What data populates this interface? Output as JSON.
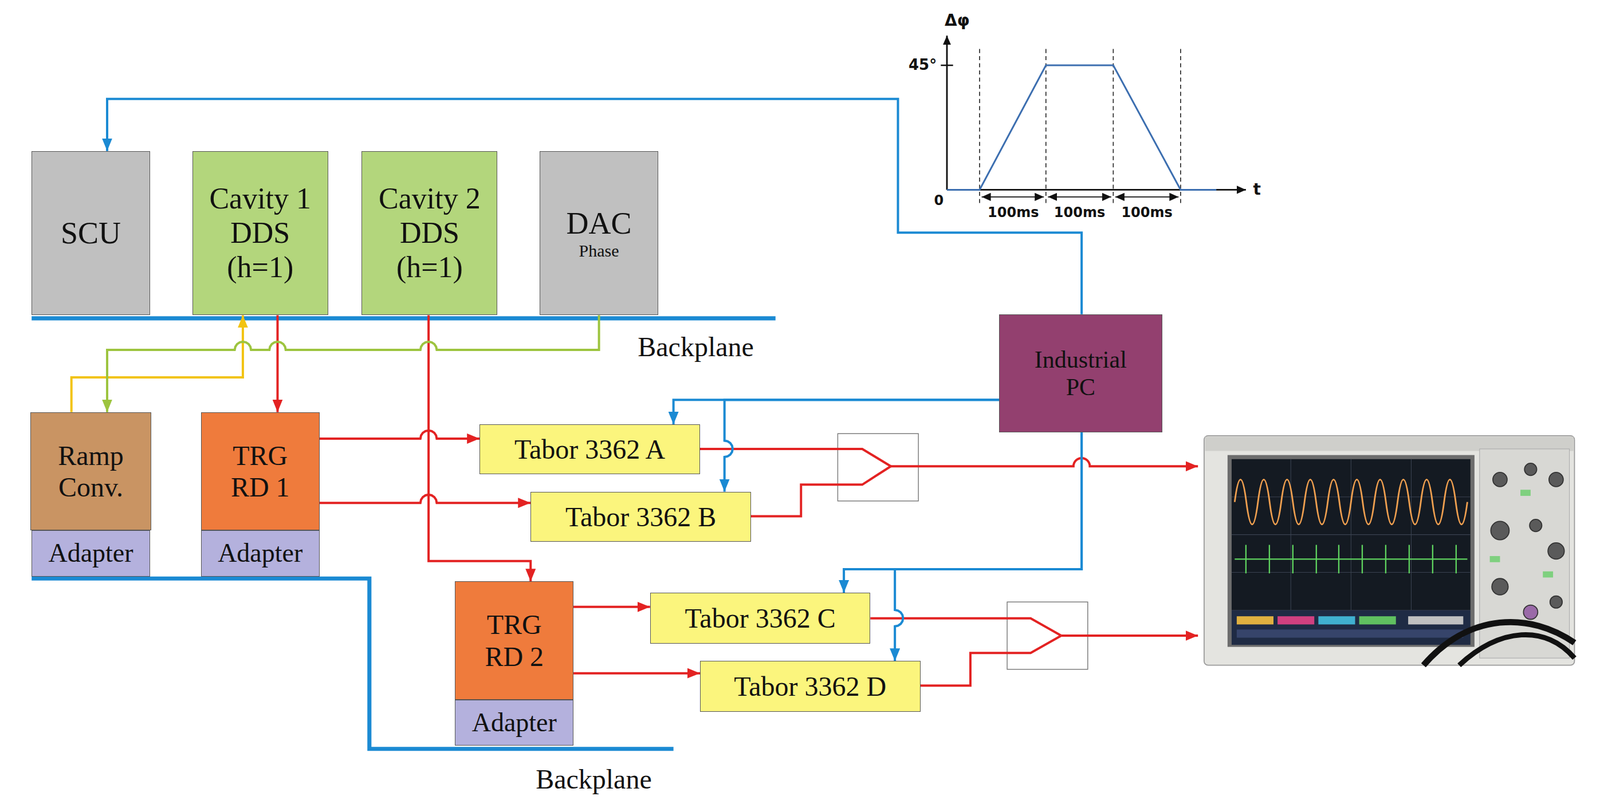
{
  "diagram": {
    "nodes": [
      {
        "text": [
          "SCU"
        ]
      },
      {
        "text": [
          "Cavity 1 DDS (h=1)"
        ]
      },
      {
        "text": [
          "Cavity 2 DDS (h=1)"
        ]
      },
      {
        "text": [
          "DAC",
          "Phase"
        ]
      },
      {
        "text": [
          "Industrial PC"
        ]
      },
      {
        "text": [
          "Ramp Conv."
        ]
      },
      {
        "text": [
          "Adapter"
        ]
      },
      {
        "text": [
          "TRG RD 1"
        ]
      },
      {
        "text": [
          "Adapter"
        ]
      },
      {
        "text": [
          "Tabor 3362 A"
        ]
      },
      {
        "text": [
          "Tabor 3362 B"
        ]
      },
      {
        "text": [
          "TRG RD 2"
        ]
      },
      {
        "text": [
          "Adapter"
        ]
      },
      {
        "text": [
          "Tabor 3362 C"
        ]
      },
      {
        "text": [
          "Tabor 3362 D"
        ]
      }
    ],
    "edges": [
      {
        "from": 4,
        "to": 0,
        "arrow": "to"
      },
      {
        "from": 4,
        "to": 9,
        "arrow": "to"
      },
      {
        "from": 4,
        "to": 10,
        "arrow": "to"
      },
      {
        "from": 4,
        "to": 13,
        "arrow": "to"
      },
      {
        "from": 4,
        "to": 14,
        "arrow": "to"
      },
      {
        "from": 1,
        "to": 7,
        "arrow": "to"
      },
      {
        "from": 2,
        "to": 11,
        "arrow": "to"
      },
      {
        "from": 7,
        "to": 9,
        "arrow": "to"
      },
      {
        "from": 7,
        "to": 10,
        "arrow": "to"
      },
      {
        "from": 11,
        "to": 13,
        "arrow": "to"
      },
      {
        "from": 11,
        "to": 14,
        "arrow": "to"
      },
      {
        "from": 5,
        "to": 1,
        "arrow": "to"
      },
      {
        "from": 3,
        "to": 5,
        "arrow": "to"
      }
    ],
    "labels": [
      "Backplane",
      "Backplane",
      "Δφ",
      "45°",
      "0",
      "t",
      "100ms",
      "100ms",
      "100ms"
    ]
  }
}
